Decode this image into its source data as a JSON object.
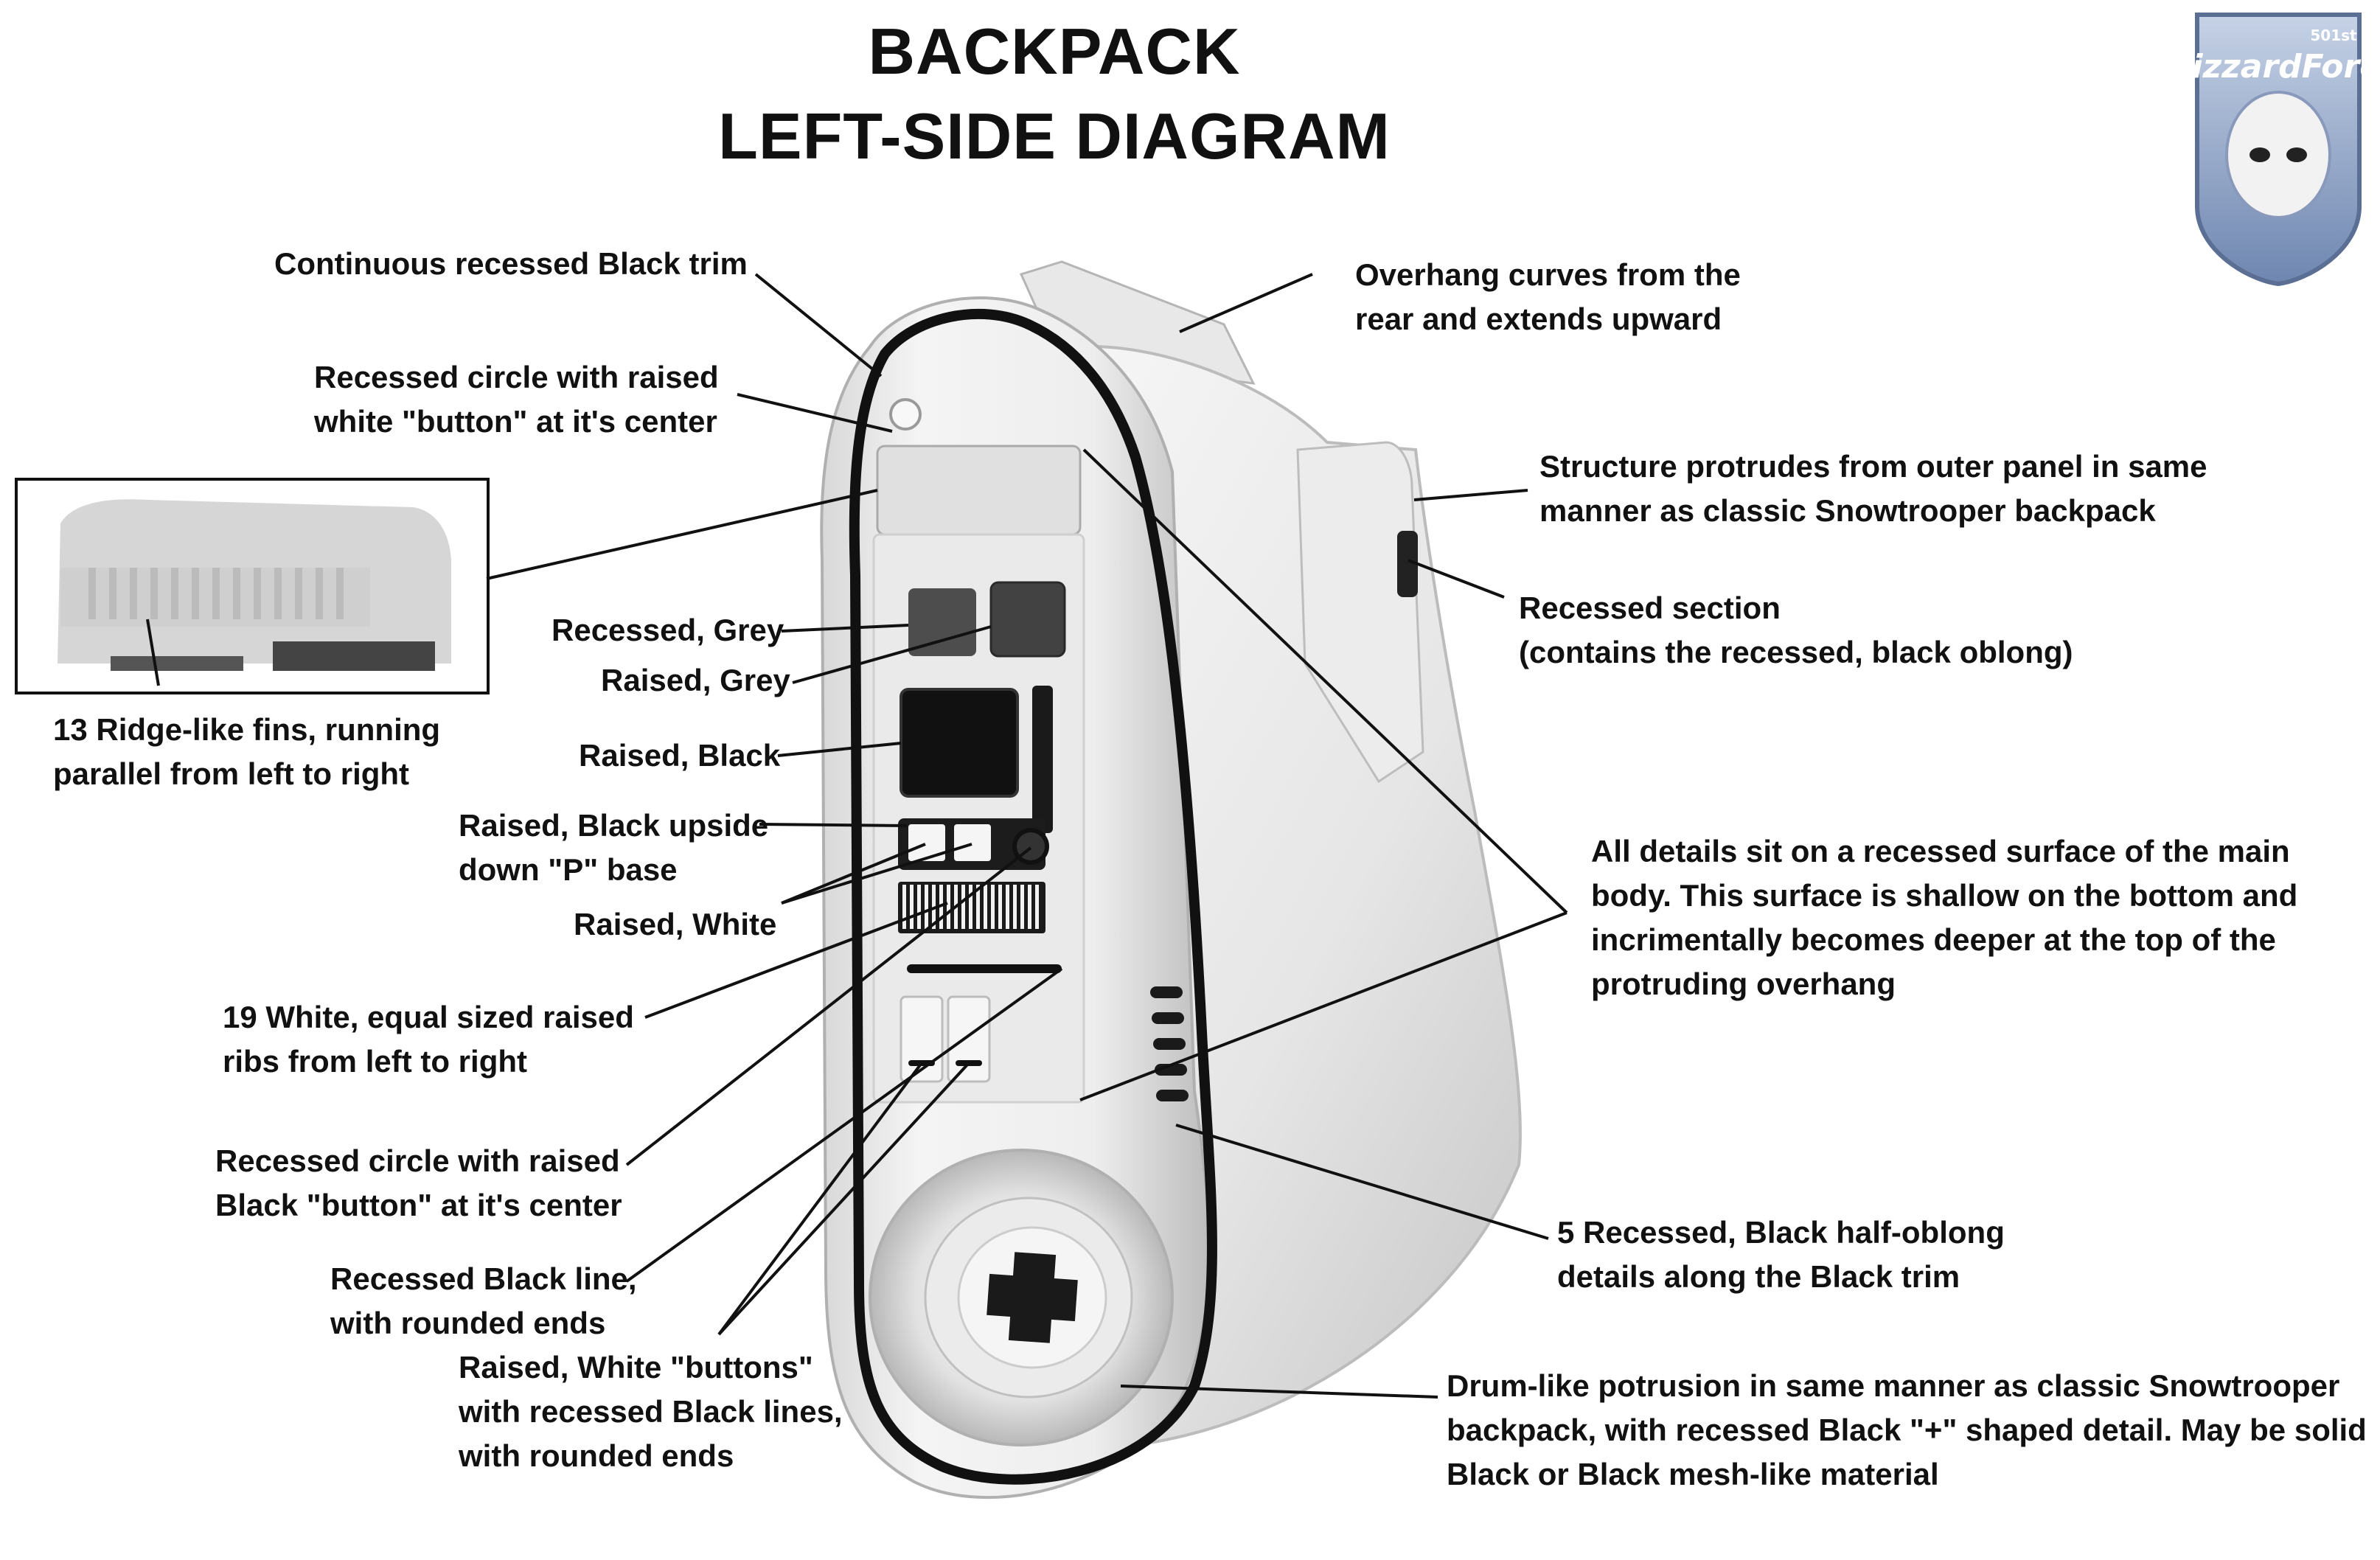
{
  "title": {
    "line1": "BACKPACK",
    "line2": "LEFT-SIDE DIAGRAM"
  },
  "logo": {
    "name": "BlizzardForce",
    "badge": "501st"
  },
  "labels": {
    "continuous_trim": "Continuous recessed Black trim",
    "recessed_circle_white": "Recessed circle with raised\nwhite \"button\" at it's center",
    "ridge_fins": "13 Ridge-like fins, running\nparallel from left to right",
    "recessed_grey": "Recessed, Grey",
    "raised_grey": "Raised, Grey",
    "raised_black": "Raised, Black",
    "raised_black_p": "Raised, Black upside\ndown \"P\" base",
    "raised_white": "Raised, White",
    "white_ribs": "19 White, equal sized raised\nribs from left to right",
    "recessed_circle_black": "Recessed circle with raised\nBlack \"button\" at it's center",
    "recessed_black_line": "Recessed Black line,\nwith rounded ends",
    "white_buttons": "Raised, White \"buttons\"\nwith recessed Black lines,\nwith rounded ends",
    "overhang": "Overhang curves from the\nrear and extends upward",
    "structure_protrudes": "Structure protrudes from outer panel in same\nmanner as classic Snowtrooper backpack",
    "recessed_section": "Recessed section\n(contains the recessed, black oblong)",
    "all_details": "All details sit on a recessed surface of the main\nbody. This surface is shallow on the bottom and\nincrimentally becomes deeper at the top of the\nprotruding overhang",
    "half_oblong": "5 Recessed, Black half-oblong\ndetails along the Black trim",
    "drum": "Drum-like potrusion in same manner as classic Snowtrooper\nbackpack, with recessed Black \"+\" shaped detail. May be solid\nBlack or Black mesh-like material"
  },
  "colors": {
    "shell": "#f1f1f1",
    "shell_shadow": "#c9c9c9",
    "trim": "#111111",
    "grey_button": "#4a4a4a",
    "logo_blue": "#7d93b8"
  }
}
